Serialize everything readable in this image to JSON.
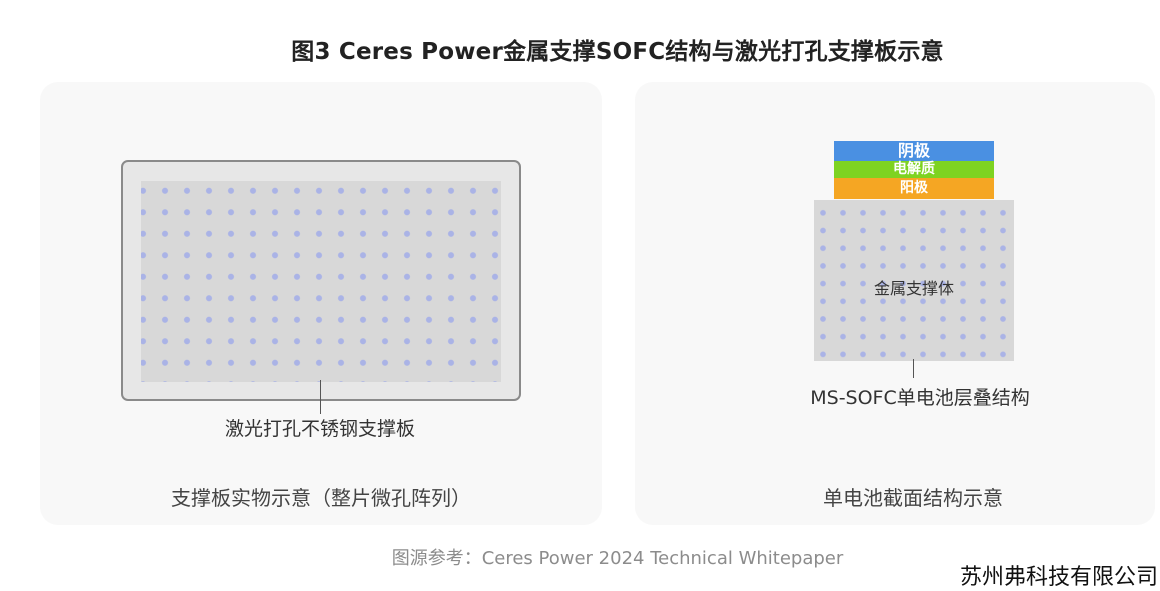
{
  "title": "图3 Ceres Power金属支撑SOFC结构与激光打孔支撑板示意",
  "left_panel": {
    "plate_label": "激光打孔不锈钢支撑板",
    "caption": "支撑板实物示意（整片微孔阵列）"
  },
  "right_panel": {
    "layers": {
      "cathode": "阴极",
      "electrolyte": "电解质",
      "anode": "阳极"
    },
    "support_label": "金属支撑体",
    "cell_label": "MS-SOFC单电池层叠结构",
    "caption": "单电池截面结构示意"
  },
  "source": "图源参考：Ceres Power 2024 Technical Whitepaper",
  "watermark": "苏州弗科技有限公司",
  "colors": {
    "cathode": "#4a90e2",
    "electrolyte": "#7ed321",
    "anode": "#f5a623",
    "hole": "#aab3e6",
    "plate": "#d8d8d8"
  }
}
